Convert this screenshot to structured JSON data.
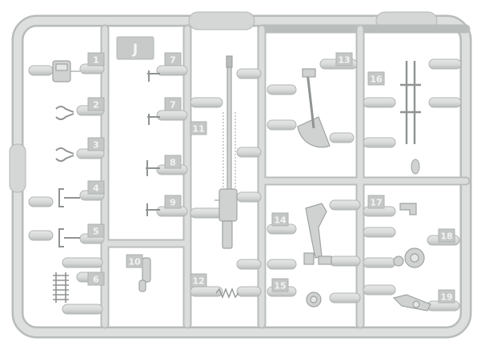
{
  "sprue": {
    "letter": "J",
    "part_numbers": [
      "1",
      "2",
      "3",
      "4",
      "5",
      "6",
      "7",
      "7",
      "8",
      "9",
      "10",
      "11",
      "12",
      "13",
      "14",
      "15",
      "16",
      "17",
      "18",
      "19"
    ]
  },
  "colors": {
    "background": "#ffffff",
    "plastic": "#d9dcdb",
    "plastic_edge": "#b9bdbc",
    "plastic_shadow": "#a9adac",
    "tag": "#c8cbca",
    "tag_text": "#f2f3f3"
  }
}
